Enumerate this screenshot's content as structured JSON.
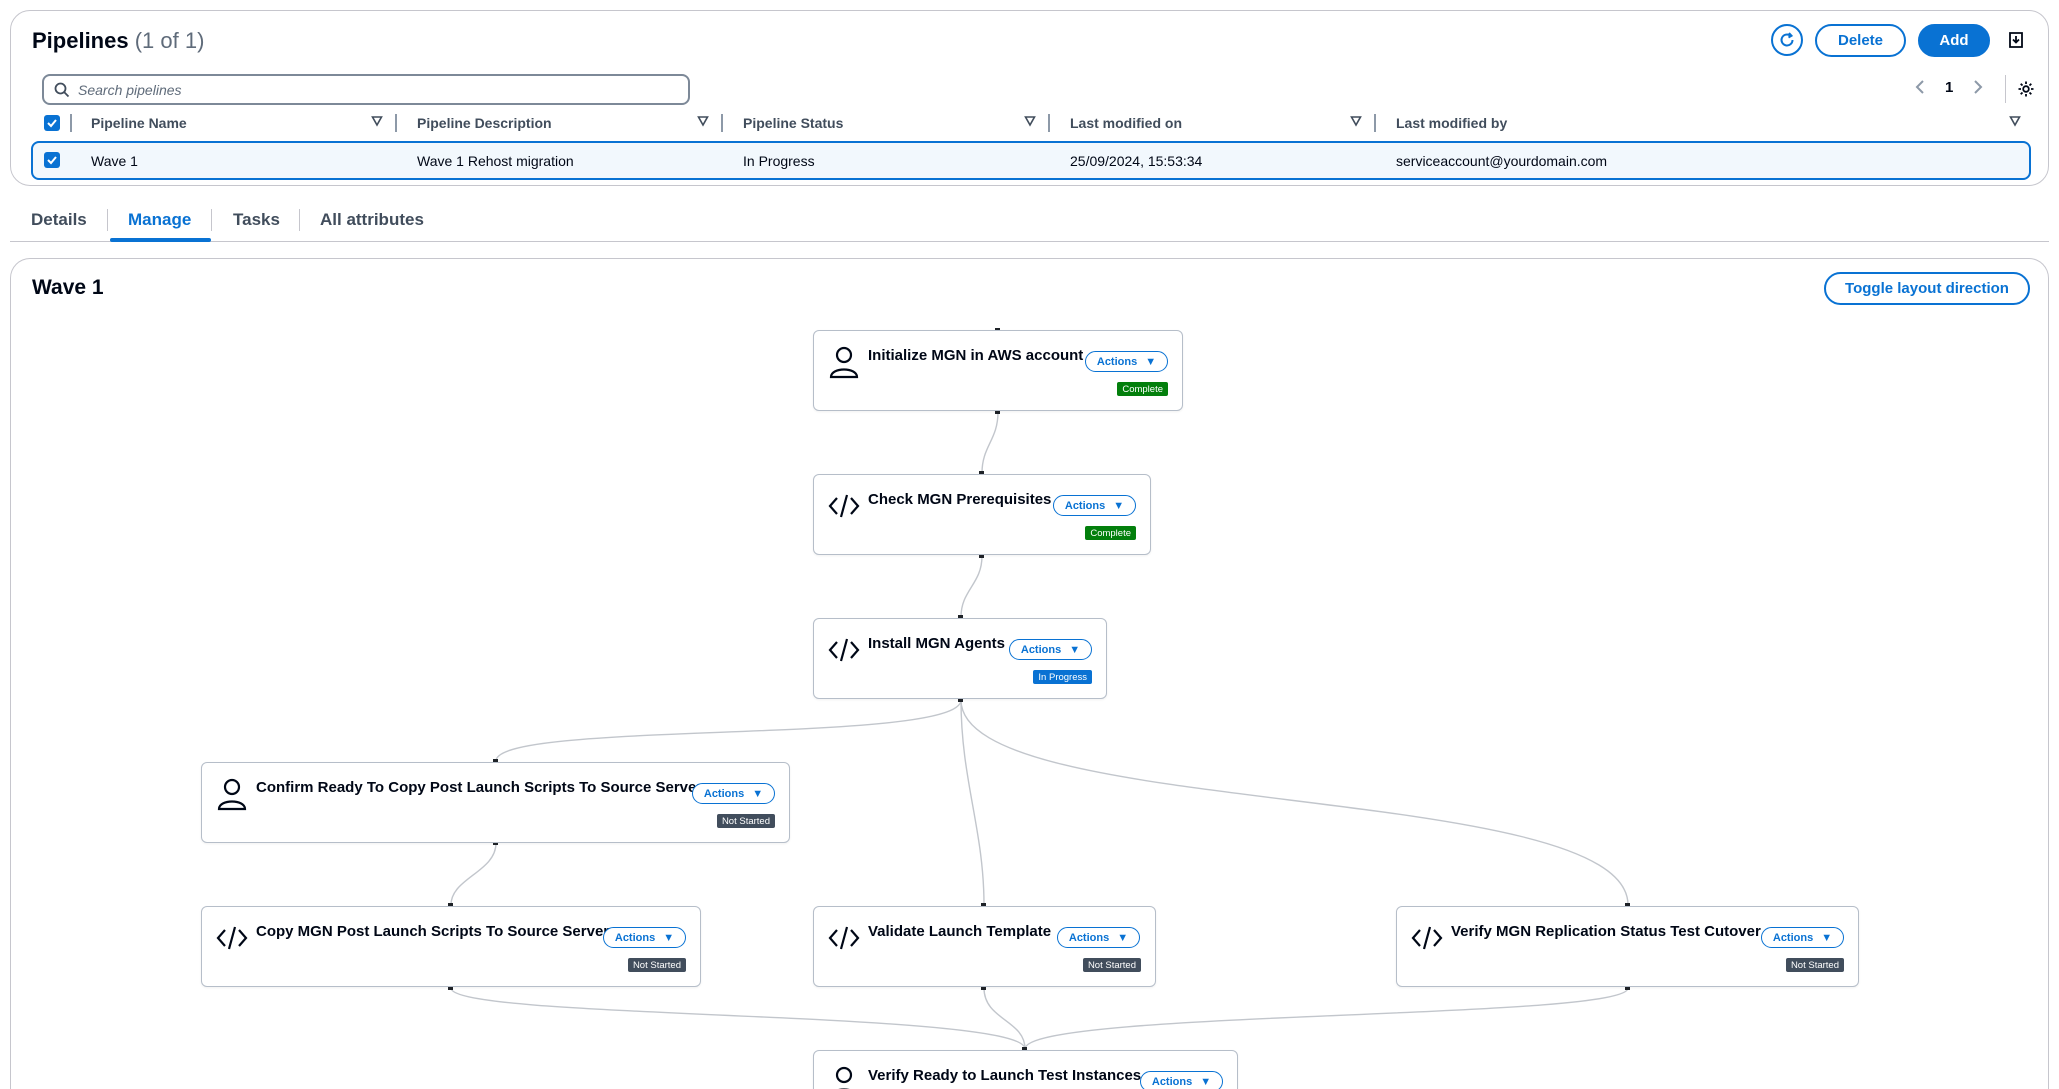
{
  "pipelines": {
    "title": "Pipelines",
    "count": "(1 of 1)",
    "delete_label": "Delete",
    "add_label": "Add",
    "search_placeholder": "Search pipelines",
    "page_number": "1",
    "columns": [
      "Pipeline Name",
      "Pipeline Description",
      "Pipeline Status",
      "Last modified on",
      "Last modified by"
    ],
    "rows": [
      {
        "name": "Wave 1",
        "description": "Wave 1 Rehost migration",
        "status": "In Progress",
        "modified_on": "25/09/2024, 15:53:34",
        "modified_by": "serviceaccount@yourdomain.com"
      }
    ]
  },
  "tabs": [
    "Details",
    "Manage",
    "Tasks",
    "All attributes"
  ],
  "active_tab": "Manage",
  "wave": {
    "title": "Wave 1",
    "toggle_label": "Toggle layout direction",
    "actions_label": "Actions",
    "nodes": [
      {
        "title": "Initialize MGN in AWS account",
        "icon": "user-icon",
        "status": "Complete"
      },
      {
        "title": "Check MGN Prerequisites",
        "icon": "code-icon",
        "status": "Complete"
      },
      {
        "title": "Install MGN Agents",
        "icon": "code-icon",
        "status": "In Progress"
      },
      {
        "title": "Confirm Ready To Copy Post Launch Scripts To Source Servers",
        "icon": "user-icon",
        "status": "Not Started"
      },
      {
        "title": "Copy MGN Post Launch Scripts To Source Servers",
        "icon": "code-icon",
        "status": "Not Started"
      },
      {
        "title": "Validate Launch Template",
        "icon": "code-icon",
        "status": "Not Started"
      },
      {
        "title": "Verify MGN Replication Status Test Cutover",
        "icon": "code-icon",
        "status": "Not Started"
      },
      {
        "title": "Verify Ready to Launch Test Instances",
        "icon": "user-icon",
        "status": ""
      }
    ]
  },
  "colors": {
    "accent": "#0972d3",
    "complete": "#037f0c",
    "in_progress": "#0972d3",
    "not_started": "#414d5c"
  }
}
